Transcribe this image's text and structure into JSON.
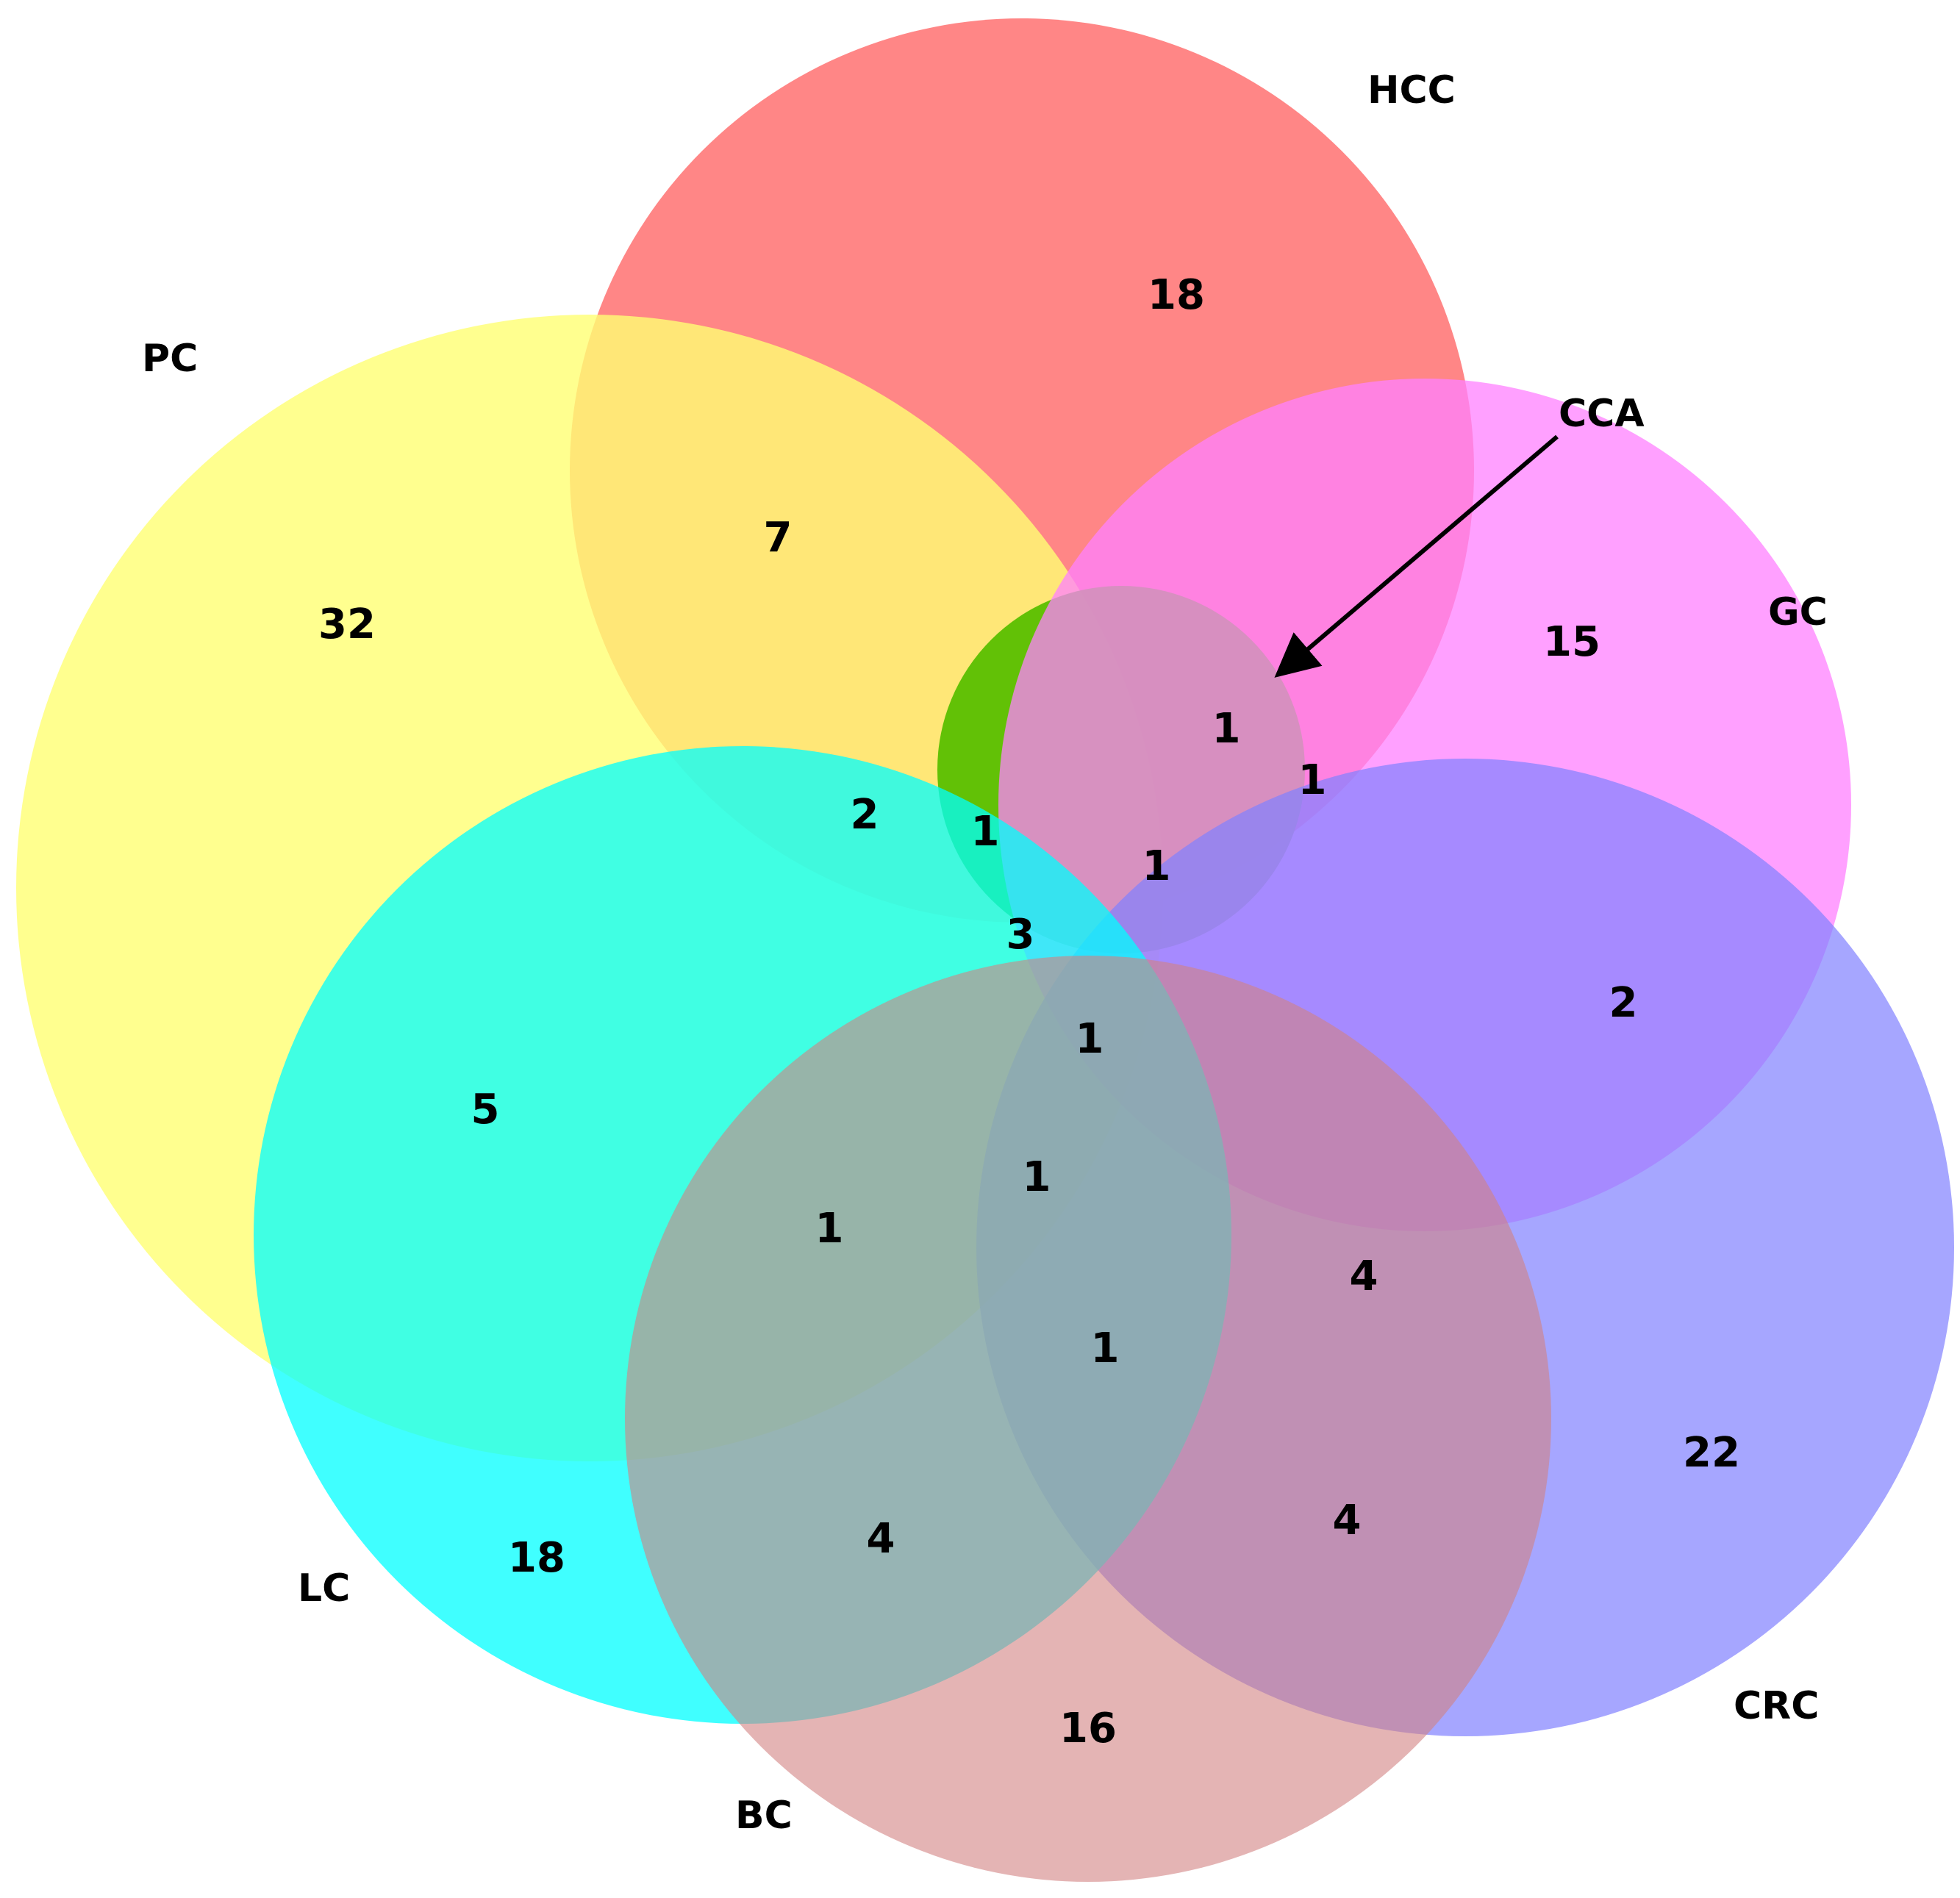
{
  "sets": {
    "hcc": {
      "label": "HCC",
      "color": "#FF8080"
    },
    "pc": {
      "label": "PC",
      "color": "#FFFF73"
    },
    "cca": {
      "label": "CCA",
      "color": "#5ABF00"
    },
    "gc": {
      "label": "GC",
      "color": "#FF80FF"
    },
    "crc": {
      "label": "CRC",
      "color": "#8080FF"
    },
    "lc": {
      "label": "LC",
      "color": "#00FFFF"
    },
    "bc": {
      "label": "BC",
      "color": "#D28282"
    }
  },
  "counts": {
    "hcc_only": "18",
    "pc_only": "32",
    "pc_hcc": "7",
    "gc_only": "15",
    "cca_gc_hcc": "1",
    "gc_hcc_crc": "1",
    "cca_gc_crc": "1",
    "pc_hcc_lc": "2",
    "cca_pc_hcc_lc": "1",
    "center": "3",
    "gc_crc": "2",
    "pc_lc": "5",
    "pc_lc_gc_crc": "1",
    "pc_lc_bc": "1",
    "pc_lc_bc_crc": "1",
    "gc_crc_bc": "4",
    "crc_only": "22",
    "lc_bc_crc": "1",
    "lc_only": "18",
    "lc_bc": "4",
    "bc_crc": "4",
    "bc_only": "16"
  }
}
